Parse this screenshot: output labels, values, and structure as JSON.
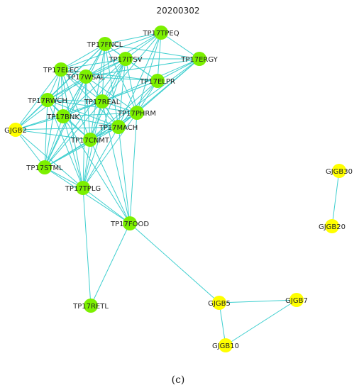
{
  "title": "20200302",
  "caption": "(c)",
  "colors": {
    "tp17_node": "#7cf000",
    "gjgb_node": "#ffff00",
    "edge": "#3ecfcf"
  },
  "nodes": [
    {
      "id": "TP17TPEQ",
      "group": "tp17"
    },
    {
      "id": "TP17FNCL",
      "group": "tp17"
    },
    {
      "id": "TP17ITSV",
      "group": "tp17"
    },
    {
      "id": "TP17ERGY",
      "group": "tp17"
    },
    {
      "id": "TP17ELEC",
      "group": "tp17"
    },
    {
      "id": "TP17WSAL",
      "group": "tp17"
    },
    {
      "id": "TP17ELPR",
      "group": "tp17"
    },
    {
      "id": "TP17RWCH",
      "group": "tp17"
    },
    {
      "id": "TP17REAL",
      "group": "tp17"
    },
    {
      "id": "TP17BNK",
      "group": "tp17"
    },
    {
      "id": "TP17PHRM",
      "group": "tp17"
    },
    {
      "id": "TP17MACH",
      "group": "tp17"
    },
    {
      "id": "TP17CNMT",
      "group": "tp17"
    },
    {
      "id": "TP17STML",
      "group": "tp17"
    },
    {
      "id": "TP17TPLG",
      "group": "tp17"
    },
    {
      "id": "TP17FOOD",
      "group": "tp17"
    },
    {
      "id": "TP17RETL",
      "group": "tp17"
    },
    {
      "id": "GJGB2",
      "group": "gjgb"
    },
    {
      "id": "GJGB30",
      "group": "gjgb"
    },
    {
      "id": "GJGB20",
      "group": "gjgb"
    },
    {
      "id": "GJGB5",
      "group": "gjgb"
    },
    {
      "id": "GJGB7",
      "group": "gjgb"
    },
    {
      "id": "GJGB10",
      "group": "gjgb"
    }
  ],
  "edges": [
    [
      "GJGB30",
      "GJGB20"
    ],
    [
      "GJGB5",
      "GJGB7"
    ],
    [
      "GJGB5",
      "GJGB10"
    ],
    [
      "GJGB7",
      "GJGB10"
    ],
    [
      "TP17FOOD",
      "GJGB5"
    ],
    [
      "TP17FOOD",
      "TP17RETL"
    ],
    [
      "TP17TPLG",
      "TP17RETL"
    ],
    [
      "TP17TPLG",
      "TP17FOOD"
    ],
    [
      "TP17STML",
      "TP17FOOD"
    ],
    [
      "TP17CNMT",
      "TP17FOOD"
    ],
    [
      "TP17MACH",
      "TP17FOOD"
    ],
    [
      "TP17PHRM",
      "TP17FOOD"
    ],
    [
      "TP17REAL",
      "TP17FOOD"
    ],
    [
      "TP17BNK",
      "TP17FOOD"
    ],
    [
      "TP17TPLG",
      "TP17PHRM"
    ],
    [
      "TP17TPLG",
      "TP17MACH"
    ],
    [
      "TP17TPLG",
      "TP17CNMT"
    ],
    [
      "TP17TPLG",
      "TP17STML"
    ],
    [
      "TP17TPLG",
      "TP17BNK"
    ],
    [
      "TP17TPLG",
      "TP17REAL"
    ],
    [
      "TP17TPLG",
      "TP17RWCH"
    ],
    [
      "TP17TPLG",
      "TP17WSAL"
    ],
    [
      "TP17TPLG",
      "TP17ELEC"
    ],
    [
      "TP17TPLG",
      "TP17ITSV"
    ],
    [
      "TP17TPLG",
      "GJGB2"
    ],
    [
      "GJGB2",
      "TP17RWCH"
    ],
    [
      "GJGB2",
      "TP17BNK"
    ],
    [
      "GJGB2",
      "TP17STML"
    ],
    [
      "GJGB2",
      "TP17CNMT"
    ],
    [
      "GJGB2",
      "TP17ELEC"
    ],
    [
      "GJGB2",
      "TP17WSAL"
    ],
    [
      "GJGB2",
      "TP17FNCL"
    ],
    [
      "GJGB2",
      "TP17REAL"
    ],
    [
      "GJGB2",
      "TP17MACH"
    ],
    [
      "TP17STML",
      "TP17RWCH"
    ],
    [
      "TP17STML",
      "TP17BNK"
    ],
    [
      "TP17STML",
      "TP17CNMT"
    ],
    [
      "TP17STML",
      "TP17REAL"
    ],
    [
      "TP17STML",
      "TP17MACH"
    ],
    [
      "TP17STML",
      "TP17PHRM"
    ],
    [
      "TP17STML",
      "TP17WSAL"
    ],
    [
      "TP17STML",
      "TP17ELEC"
    ],
    [
      "TP17STML",
      "TP17FNCL"
    ],
    [
      "TP17STML",
      "TP17ITSV"
    ],
    [
      "TP17CNMT",
      "TP17BNK"
    ],
    [
      "TP17CNMT",
      "TP17REAL"
    ],
    [
      "TP17CNMT",
      "TP17MACH"
    ],
    [
      "TP17CNMT",
      "TP17PHRM"
    ],
    [
      "TP17CNMT",
      "TP17RWCH"
    ],
    [
      "TP17CNMT",
      "TP17WSAL"
    ],
    [
      "TP17CNMT",
      "TP17ELEC"
    ],
    [
      "TP17CNMT",
      "TP17ITSV"
    ],
    [
      "TP17CNMT",
      "TP17FNCL"
    ],
    [
      "TP17CNMT",
      "TP17ELPR"
    ],
    [
      "TP17CNMT",
      "TP17ERGY"
    ],
    [
      "TP17MACH",
      "TP17PHRM"
    ],
    [
      "TP17MACH",
      "TP17REAL"
    ],
    [
      "TP17MACH",
      "TP17BNK"
    ],
    [
      "TP17MACH",
      "TP17WSAL"
    ],
    [
      "TP17MACH",
      "TP17ELPR"
    ],
    [
      "TP17MACH",
      "TP17ITSV"
    ],
    [
      "TP17MACH",
      "TP17FNCL"
    ],
    [
      "TP17MACH",
      "TP17TPEQ"
    ],
    [
      "TP17MACH",
      "TP17ERGY"
    ],
    [
      "TP17MACH",
      "TP17RWCH"
    ],
    [
      "TP17MACH",
      "TP17ELEC"
    ],
    [
      "TP17PHRM",
      "TP17REAL"
    ],
    [
      "TP17PHRM",
      "TP17ELPR"
    ],
    [
      "TP17PHRM",
      "TP17ITSV"
    ],
    [
      "TP17PHRM",
      "TP17ERGY"
    ],
    [
      "TP17PHRM",
      "TP17WSAL"
    ],
    [
      "TP17PHRM",
      "TP17FNCL"
    ],
    [
      "TP17PHRM",
      "TP17TPEQ"
    ],
    [
      "TP17PHRM",
      "TP17BNK"
    ],
    [
      "TP17PHRM",
      "TP17RWCH"
    ],
    [
      "TP17REAL",
      "TP17BNK"
    ],
    [
      "TP17REAL",
      "TP17RWCH"
    ],
    [
      "TP17REAL",
      "TP17WSAL"
    ],
    [
      "TP17REAL",
      "TP17ELEC"
    ],
    [
      "TP17REAL",
      "TP17ITSV"
    ],
    [
      "TP17REAL",
      "TP17FNCL"
    ],
    [
      "TP17REAL",
      "TP17ELPR"
    ],
    [
      "TP17REAL",
      "TP17TPEQ"
    ],
    [
      "TP17REAL",
      "TP17ERGY"
    ],
    [
      "TP17BNK",
      "TP17RWCH"
    ],
    [
      "TP17BNK",
      "TP17WSAL"
    ],
    [
      "TP17BNK",
      "TP17ELEC"
    ],
    [
      "TP17BNK",
      "TP17FNCL"
    ],
    [
      "TP17BNK",
      "TP17ITSV"
    ],
    [
      "TP17BNK",
      "TP17ELPR"
    ],
    [
      "TP17RWCH",
      "TP17WSAL"
    ],
    [
      "TP17RWCH",
      "TP17ELEC"
    ],
    [
      "TP17RWCH",
      "TP17FNCL"
    ],
    [
      "TP17RWCH",
      "TP17ITSV"
    ],
    [
      "TP17ELEC",
      "TP17WSAL"
    ],
    [
      "TP17ELEC",
      "TP17FNCL"
    ],
    [
      "TP17ELEC",
      "TP17ITSV"
    ],
    [
      "TP17ELEC",
      "TP17ELPR"
    ],
    [
      "TP17ELEC",
      "TP17TPEQ"
    ],
    [
      "TP17WSAL",
      "TP17FNCL"
    ],
    [
      "TP17WSAL",
      "TP17ITSV"
    ],
    [
      "TP17WSAL",
      "TP17ELPR"
    ],
    [
      "TP17WSAL",
      "TP17TPEQ"
    ],
    [
      "TP17WSAL",
      "TP17ERGY"
    ],
    [
      "TP17FNCL",
      "TP17ITSV"
    ],
    [
      "TP17FNCL",
      "TP17TPEQ"
    ],
    [
      "TP17FNCL",
      "TP17ELPR"
    ],
    [
      "TP17FNCL",
      "TP17ERGY"
    ],
    [
      "TP17ITSV",
      "TP17TPEQ"
    ],
    [
      "TP17ITSV",
      "TP17ERGY"
    ],
    [
      "TP17ITSV",
      "TP17ELPR"
    ],
    [
      "TP17TPEQ",
      "TP17ERGY"
    ],
    [
      "TP17TPEQ",
      "TP17ELPR"
    ],
    [
      "TP17ELPR",
      "TP17ERGY"
    ]
  ]
}
